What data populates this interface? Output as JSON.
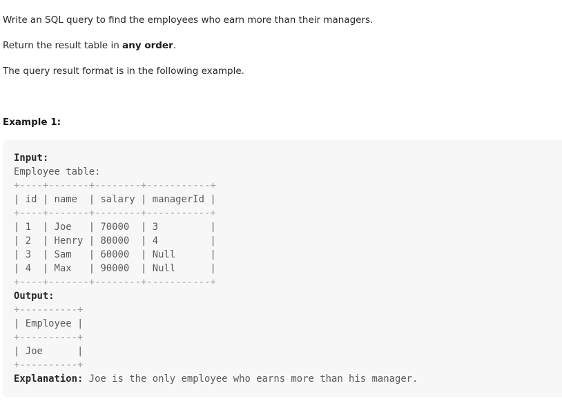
{
  "description": {
    "line1": "Write an SQL query to find the employees who earn more than their managers.",
    "line2_prefix": "Return the result table in ",
    "line2_bold": "any order",
    "line2_suffix": ".",
    "line3": "The query result format is in the following example."
  },
  "example": {
    "heading": "Example 1:",
    "input_label": "Input:",
    "input_table_caption": "Employee table:",
    "input_table": {
      "border": "+----+-------+--------+-----------+",
      "header": "| id | name  | salary | managerId |",
      "rows": [
        "| 1  | Joe   | 70000  | 3         |",
        "| 2  | Henry | 80000  | 4         |",
        "| 3  | Sam   | 60000  | Null      |",
        "| 4  | Max   | 90000  | Null      |"
      ]
    },
    "output_label": "Output:",
    "output_table": {
      "border": "+----------+",
      "header": "| Employee |",
      "rows": [
        "| Joe      |"
      ]
    },
    "explanation_label": "Explanation:",
    "explanation_text": " Joe is the only employee who earns more than his manager."
  }
}
